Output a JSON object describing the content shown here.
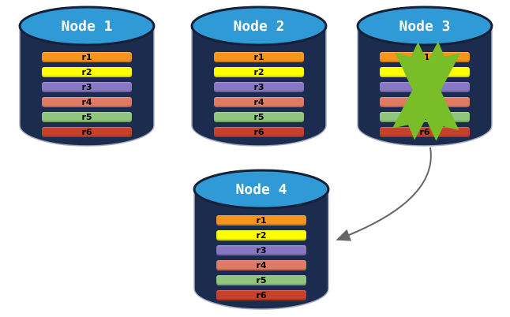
{
  "colors": {
    "canvas-bg": "#FFFFFF",
    "node-body": "#1C2C4E",
    "node-side-edge": "#A6AEC0",
    "node-top-fill": "#2F9AD6",
    "node-top-stroke": "#142038",
    "node-title-text": "#FFFFFF",
    "row-label-text": "#000000",
    "x-mark-green": "#79BD28",
    "arrow-gray": "#666666"
  },
  "nodes": [
    {
      "id": "node-1",
      "label": "Node 1",
      "failed": false,
      "rows": [
        {
          "label": "r1",
          "color": "#F7941E"
        },
        {
          "label": "r2",
          "color": "#FFFF00"
        },
        {
          "label": "r3",
          "color": "#8878C3"
        },
        {
          "label": "r4",
          "color": "#E07B63"
        },
        {
          "label": "r5",
          "color": "#90C57E"
        },
        {
          "label": "r6",
          "color": "#C7402B"
        }
      ]
    },
    {
      "id": "node-2",
      "label": "Node 2",
      "failed": false,
      "rows": [
        {
          "label": "r1",
          "color": "#F7941E"
        },
        {
          "label": "r2",
          "color": "#FFFF00"
        },
        {
          "label": "r3",
          "color": "#8878C3"
        },
        {
          "label": "r4",
          "color": "#E07B63"
        },
        {
          "label": "r5",
          "color": "#90C57E"
        },
        {
          "label": "r6",
          "color": "#C7402B"
        }
      ]
    },
    {
      "id": "node-3",
      "label": "Node 3",
      "failed": true,
      "rows": [
        {
          "label": "r1",
          "color": "#F7941E"
        },
        {
          "label": "r2",
          "color": "#FFFF00"
        },
        {
          "label": "r3",
          "color": "#8878C3"
        },
        {
          "label": "r4",
          "color": "#E07B63"
        },
        {
          "label": "r5",
          "color": "#90C57E"
        },
        {
          "label": "r6",
          "color": "#C7402B"
        }
      ]
    },
    {
      "id": "node-4",
      "label": "Node 4",
      "failed": false,
      "rows": [
        {
          "label": "r1",
          "color": "#F7941E"
        },
        {
          "label": "r2",
          "color": "#FFFF00"
        },
        {
          "label": "r3",
          "color": "#8878C3"
        },
        {
          "label": "r4",
          "color": "#E07B63"
        },
        {
          "label": "r5",
          "color": "#90C57E"
        },
        {
          "label": "r6",
          "color": "#C7402B"
        }
      ]
    }
  ],
  "arrow": {
    "from": "Node 3",
    "to": "Node 4"
  }
}
